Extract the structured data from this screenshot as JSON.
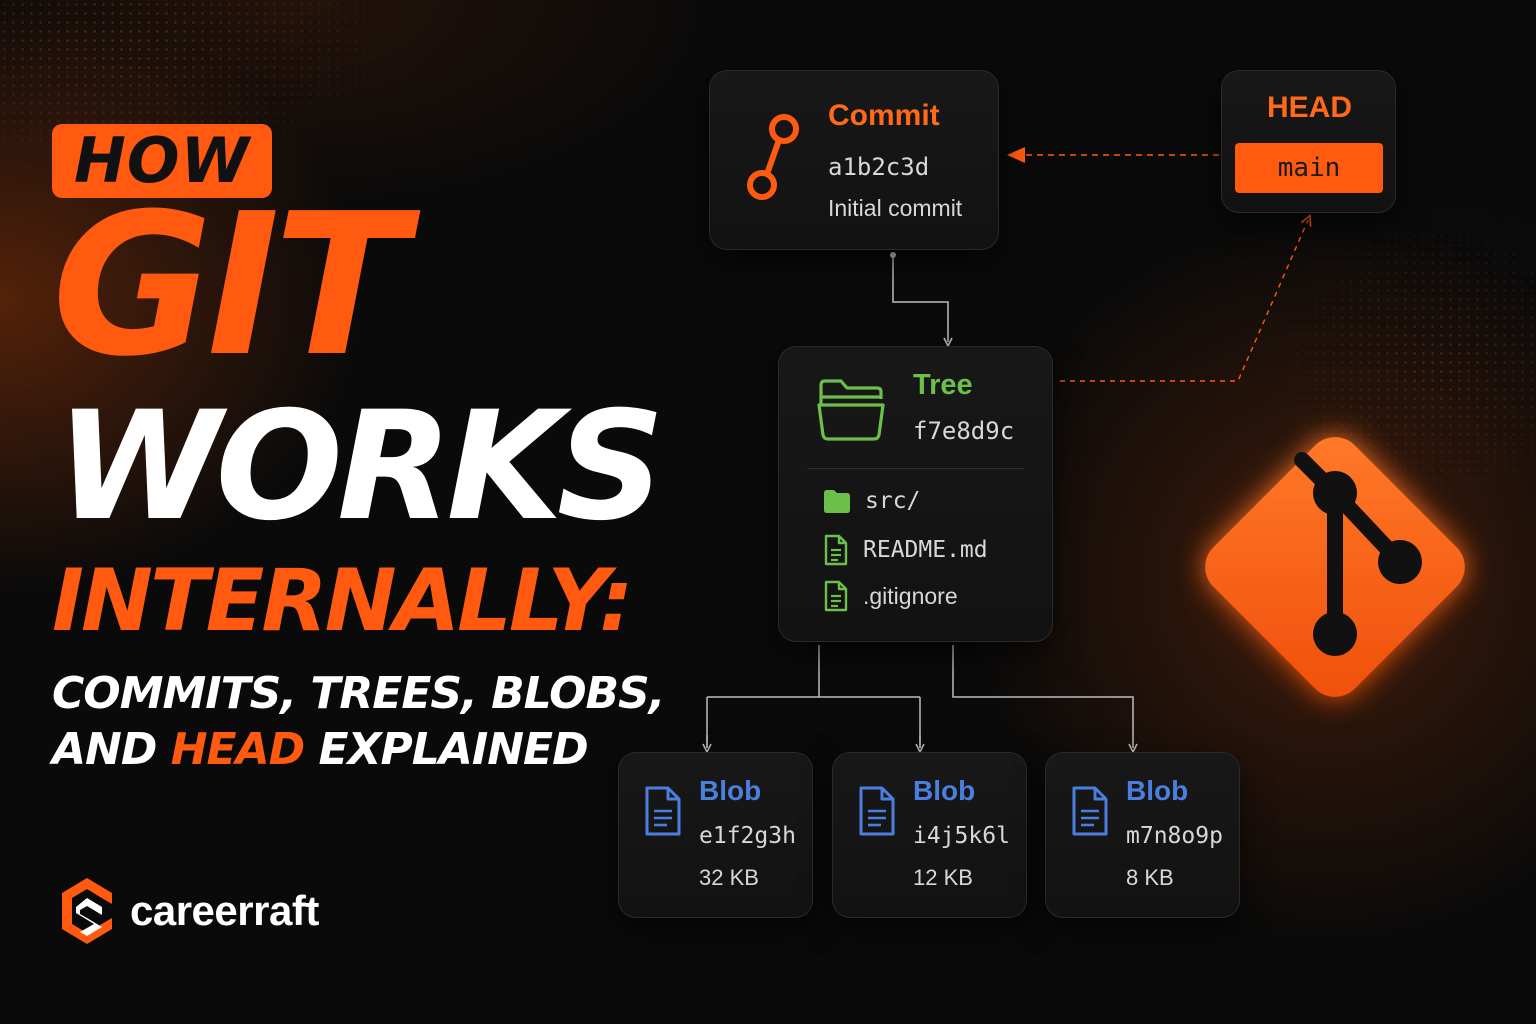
{
  "title": {
    "line1": "HOW",
    "line2": "GIT",
    "line3": "WORKS",
    "line4": "INTERNALLY:",
    "subtitle_line1": "COMMITS, TREES, BLOBS,",
    "subtitle_line2_pre": "AND ",
    "subtitle_line2_accent": "HEAD",
    "subtitle_line2_post": " EXPLAINED"
  },
  "brand": {
    "name": "careerraft"
  },
  "commit": {
    "label": "Commit",
    "hash": "a1b2c3d",
    "message": "Initial commit"
  },
  "head": {
    "label": "HEAD",
    "branch": "main"
  },
  "tree": {
    "label": "Tree",
    "hash": "f7e8d9c",
    "entries": [
      {
        "name": "src/",
        "icon": "folder-icon"
      },
      {
        "name": "README.md",
        "icon": "file-icon"
      },
      {
        "name": ".gitignore",
        "icon": "file-icon"
      }
    ]
  },
  "blobs": [
    {
      "label": "Blob",
      "hash": "e1f2g3h",
      "size": "32 KB"
    },
    {
      "label": "Blob",
      "hash": "i4j5k6l",
      "size": "12 KB"
    },
    {
      "label": "Blob",
      "hash": "m7n8o9p",
      "size": "8 KB"
    }
  ],
  "colors": {
    "accent": "#ff5a0f",
    "tree_green": "#6cc04a",
    "blob_blue": "#4a7fe0",
    "background": "#0a0a0a"
  },
  "icons": {
    "commit": "commit-icon",
    "tree": "folder-icon",
    "blob": "file-icon",
    "git_logo": "git-logo-icon",
    "brand": "careerraft-logo-icon"
  }
}
